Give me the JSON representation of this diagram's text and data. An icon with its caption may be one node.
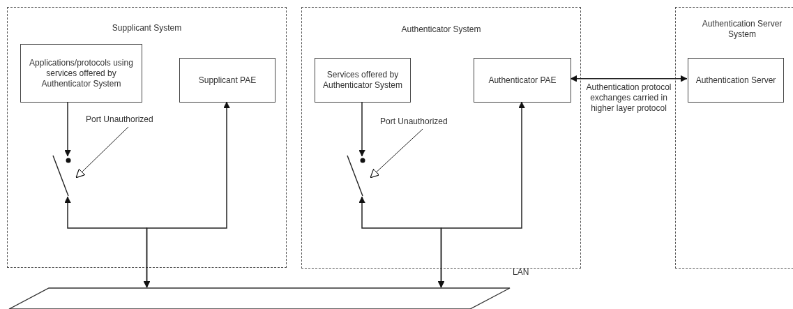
{
  "diagram": {
    "nodes": [
      {
        "text": [
          "Supplicant System"
        ]
      },
      {
        "text": [
          "Applications/protocols using services offered by Authenticator System"
        ],
        "in": 0
      },
      {
        "text": [
          "Supplicant PAE"
        ],
        "in": 0
      },
      {
        "text": [
          "Port Unauthorized"
        ],
        "in": 0
      },
      {
        "text": [],
        "shape": "switch",
        "in": 0
      },
      {
        "text": [
          "Authenticator System"
        ]
      },
      {
        "text": [
          "Services offered by Authenticator System"
        ],
        "in": 5
      },
      {
        "text": [
          "Authenticator PAE"
        ],
        "in": 5
      },
      {
        "text": [
          "Port Unauthorized"
        ],
        "in": 5
      },
      {
        "text": [],
        "shape": "switch",
        "in": 5
      },
      {
        "text": [
          "Authentication Server System"
        ]
      },
      {
        "text": [
          "Authentication Server"
        ],
        "in": 10
      },
      {
        "text": [],
        "shape": "parallelogram",
        "beside": [
          "LAN"
        ]
      }
    ],
    "edges": [
      {
        "from": 1,
        "to": 4,
        "arrow": "to"
      },
      {
        "from": 3,
        "to": 4,
        "arrow": "to"
      },
      {
        "from": 12,
        "to": 4,
        "arrow": "both"
      },
      {
        "from": 12,
        "to": 2,
        "arrow": "both"
      },
      {
        "from": 6,
        "to": 9,
        "arrow": "to"
      },
      {
        "from": 8,
        "to": 9,
        "arrow": "to"
      },
      {
        "from": 12,
        "to": 9,
        "arrow": "both"
      },
      {
        "from": 12,
        "to": 7,
        "arrow": "both"
      },
      {
        "from": 7,
        "to": 11,
        "arrow": "both",
        "label": "Authentication protocol exchanges carried in higher layer protocol"
      }
    ]
  }
}
